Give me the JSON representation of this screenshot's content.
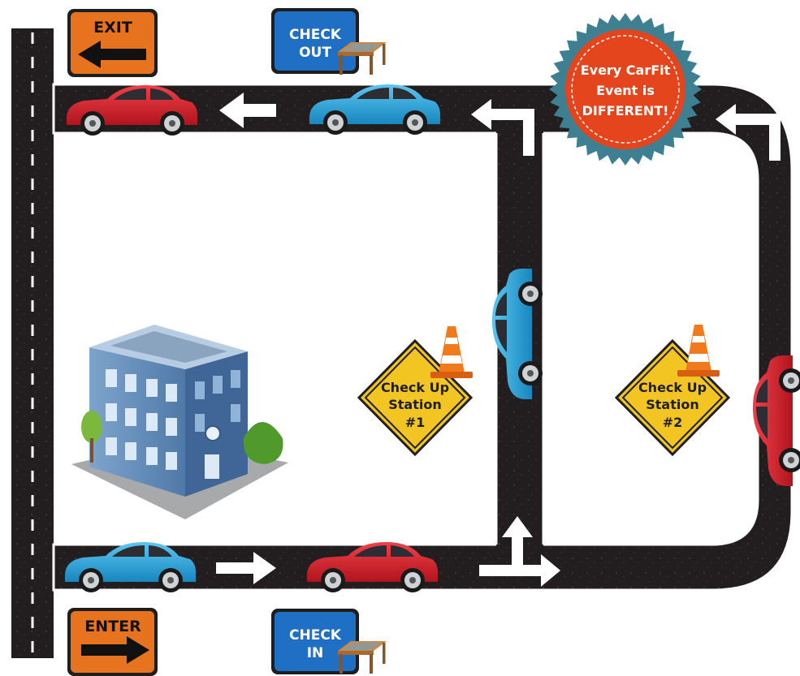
{
  "signs": {
    "exit": {
      "label": "EXIT"
    },
    "enter": {
      "label": "ENTER"
    },
    "check_out": {
      "line1": "CHECK",
      "line2": "OUT"
    },
    "check_in": {
      "line1": "CHECK",
      "line2": "IN"
    }
  },
  "badge": {
    "line1": "Every CarFit",
    "line2": "Event is",
    "line3": "DIFFERENT!"
  },
  "stations": [
    {
      "line1": "Check Up",
      "line2": "Station",
      "line3": "#1"
    },
    {
      "line1": "Check Up",
      "line2": "Station",
      "line3": "#2"
    }
  ],
  "colors": {
    "road": "#231f20",
    "orange_sign": "#e8731f",
    "blue_sign": "#1f6fc4",
    "badge_red": "#e4451c",
    "badge_teal": "#3f7f92",
    "station_yellow": "#f2c522",
    "car_red": "#d8202a",
    "car_blue": "#2aa8e0"
  }
}
